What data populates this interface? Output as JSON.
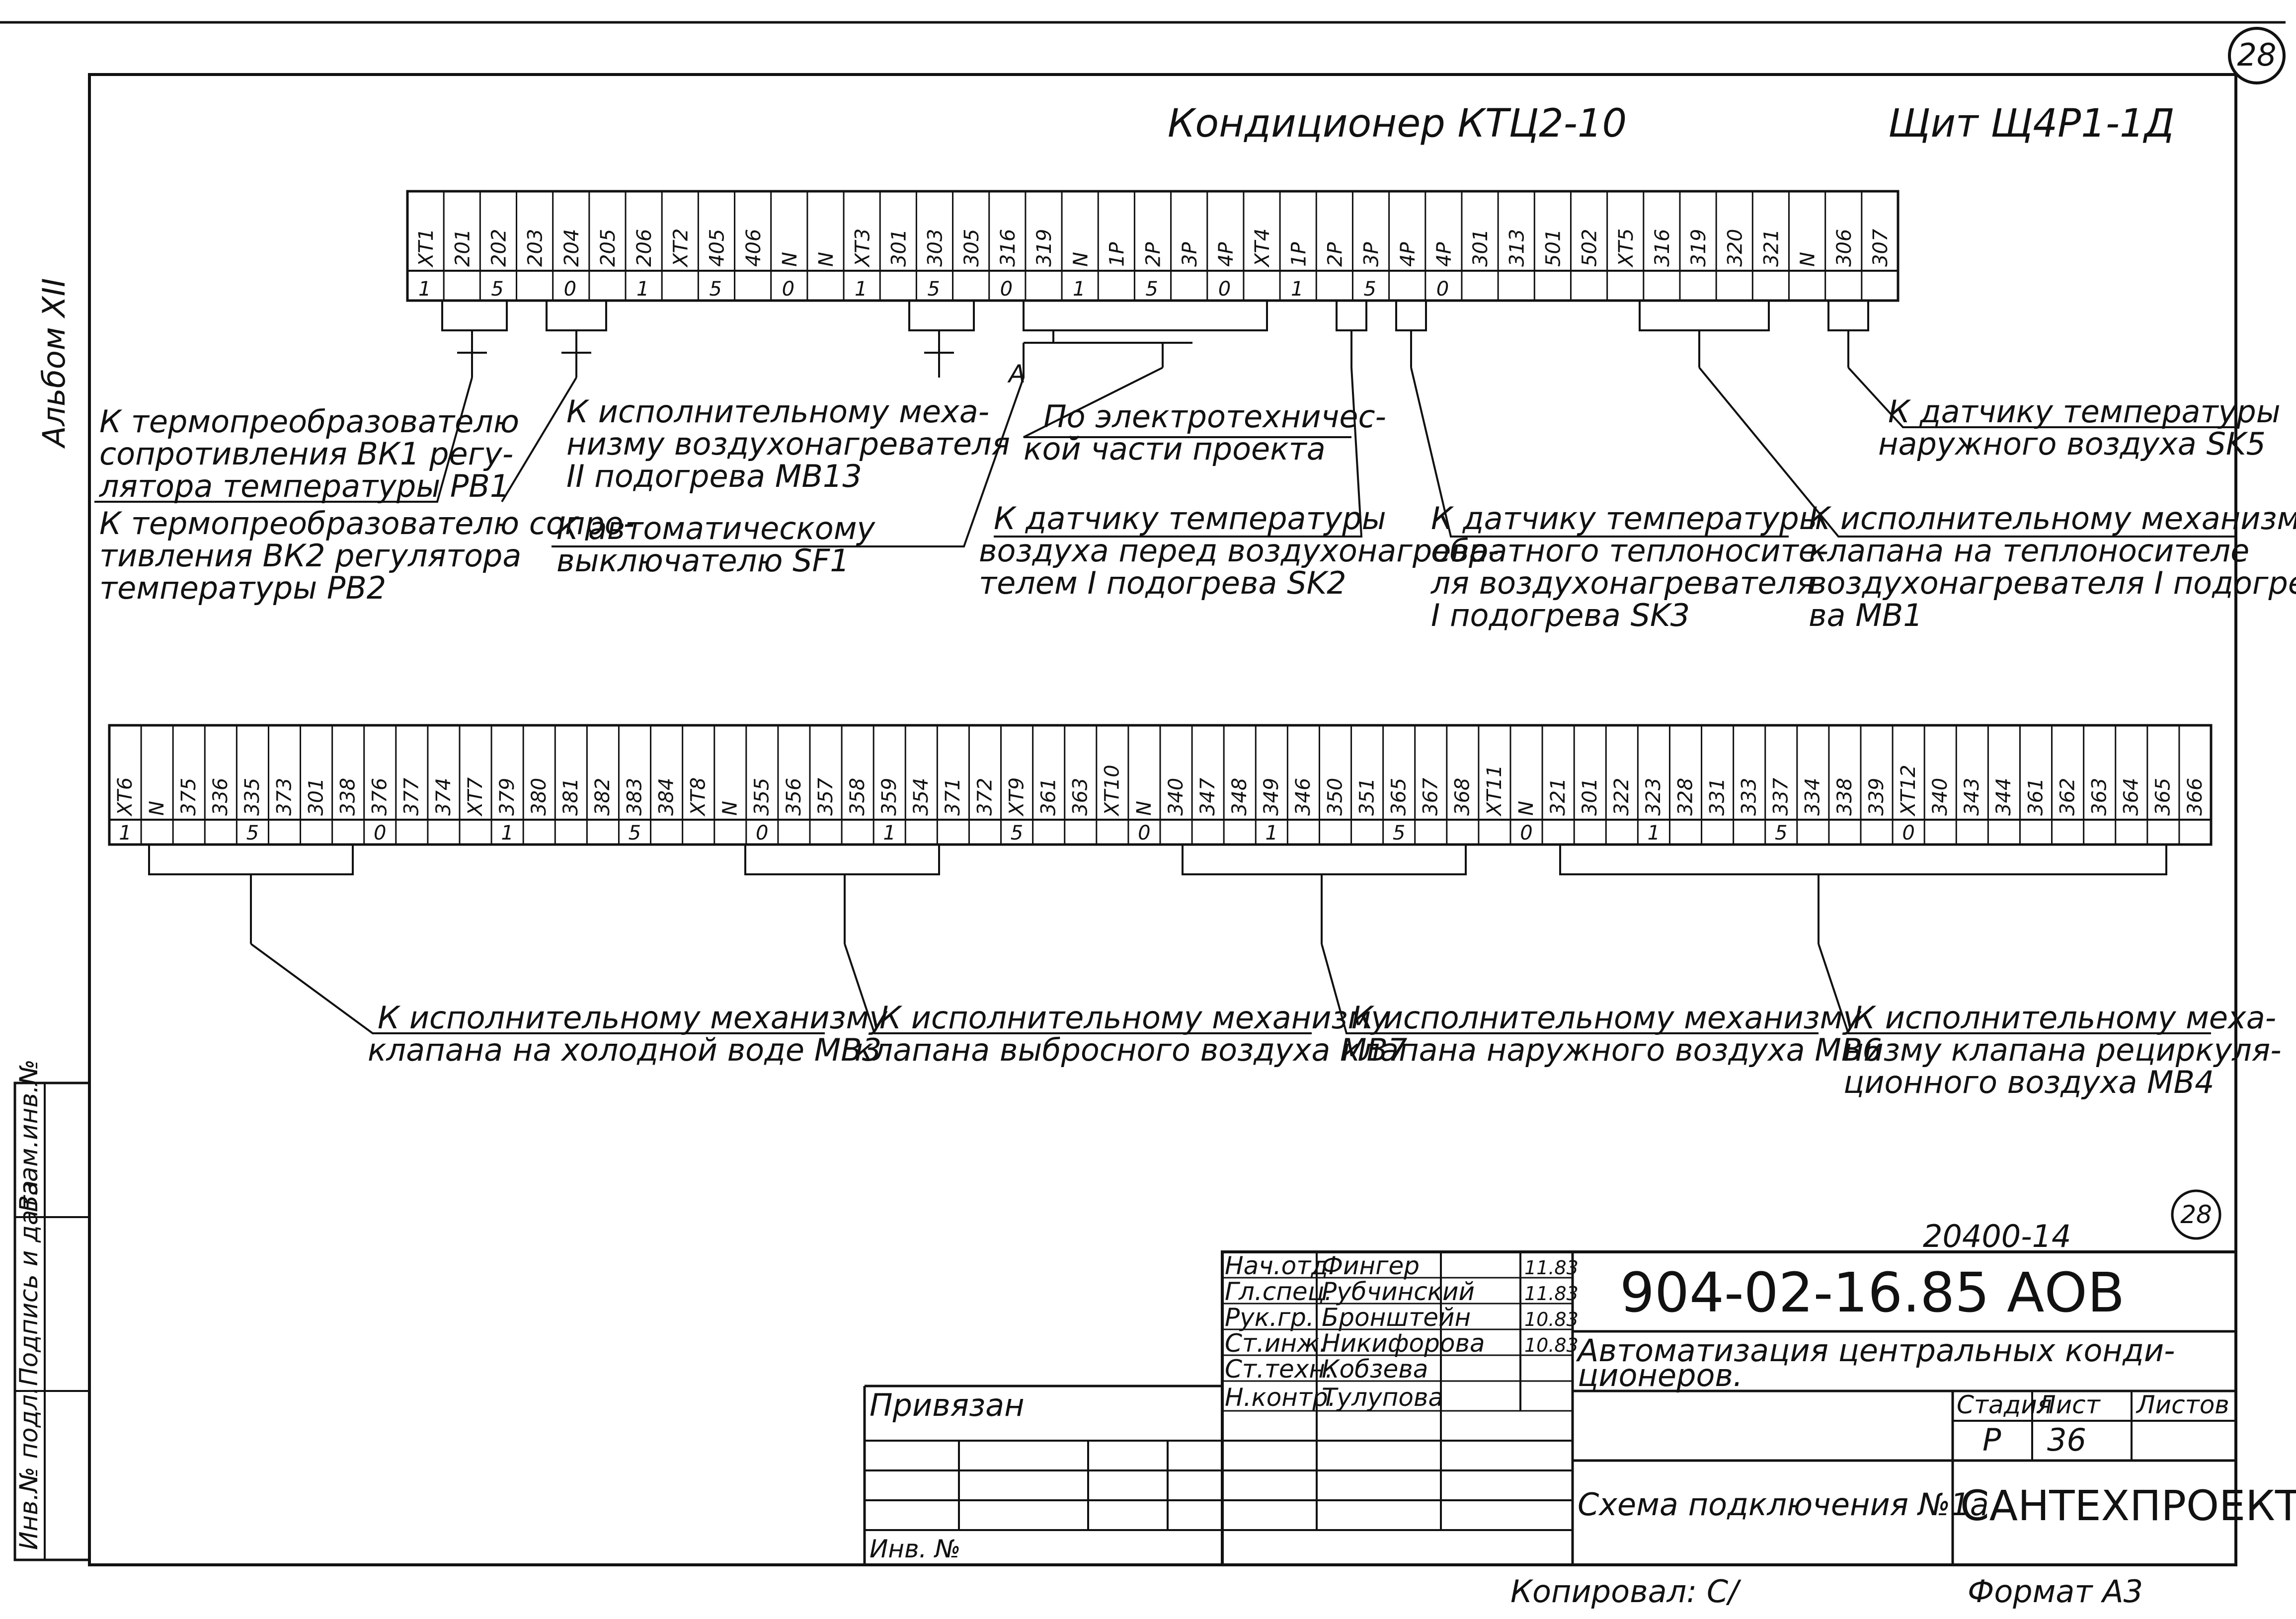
{
  "header": {
    "title_left": "Кондиционер   КТЦ2-10",
    "title_right": "Щит Щ4Р1-1Д",
    "sheet_circle": "28",
    "album": "Альбом XII"
  },
  "terminal_strip_top": {
    "groups": [
      {
        "name": "XT1",
        "pins": [
          "201",
          "202",
          "203"
        ]
      },
      {
        "name": "",
        "pins": [
          "204",
          "205",
          "206"
        ]
      },
      {
        "name": "XT2",
        "pins": [
          "405",
          "406",
          "N",
          "N"
        ]
      },
      {
        "name": "XT3",
        "pins": [
          "301",
          "303",
          "305",
          "316",
          "319",
          "N",
          "1P",
          "2P",
          "3P",
          "4P"
        ]
      },
      {
        "name": "XT4",
        "pins": [
          "1P",
          "2P",
          "3P",
          "4P",
          "4P",
          "301",
          "313",
          "501",
          "502"
        ]
      },
      {
        "name": "XT5",
        "pins": [
          "316",
          "319",
          "320",
          "321",
          "N",
          "306",
          "307"
        ]
      }
    ],
    "marks": [
      "1",
      "5",
      "0",
      "1",
      "5",
      "0",
      "1",
      "5",
      "0",
      "1",
      "5",
      "0",
      "1",
      "5",
      "0"
    ]
  },
  "terminal_strip_bottom": {
    "groups": [
      {
        "name": "XT6",
        "pins": [
          "N",
          "375",
          "336",
          "335",
          "373",
          "301",
          "338",
          "376",
          "377",
          "374"
        ]
      },
      {
        "name": "XT7",
        "pins": [
          "379",
          "380",
          "381",
          "382",
          "383",
          "384"
        ]
      },
      {
        "name": "XT8",
        "pins": [
          "N",
          "355",
          "356",
          "357",
          "358",
          "359",
          "354",
          "371",
          "372",
          "XT9",
          "361",
          "363"
        ]
      },
      {
        "name": "XT10",
        "pins": [
          "N",
          "340",
          "347",
          "348",
          "349",
          "346",
          "350",
          "351",
          "365",
          "367",
          "368"
        ]
      },
      {
        "name": "XT11",
        "pins": [
          "N",
          "321",
          "301",
          "322",
          "323",
          "328",
          "331",
          "333",
          "337",
          "334",
          "338",
          "339"
        ]
      },
      {
        "name": "XT12",
        "pins": [
          "340",
          "343",
          "344",
          "361",
          "362",
          "363",
          "364",
          "365",
          "366"
        ]
      }
    ],
    "marks": [
      "1",
      "5",
      "0",
      "1",
      "5",
      "0",
      "1",
      "5",
      "0",
      "1",
      "5",
      "0",
      "1",
      "5",
      "0"
    ]
  },
  "labels_top": [
    {
      "id": "a",
      "line1": "К термопреобразователю",
      "line2": "сопротивления ВК1 регу-",
      "line3": "лятора температуры РВ1"
    },
    {
      "id": "b",
      "line1": "К исполнительному меха-",
      "line2": "низму воздухонагревателя",
      "line3": "II подогрева МВ13"
    },
    {
      "id": "c",
      "line1": "По электротехничес-",
      "line2": "кой части проекта"
    },
    {
      "id": "d",
      "line1": "К датчику температуры",
      "line2": "наружного воздуха SK5"
    },
    {
      "id": "e",
      "line1": "К термопреобразователю сопро-",
      "line2": "тивления ВК2 регулятора",
      "line3": "температуры РВ2"
    },
    {
      "id": "f",
      "line1": "К автоматическому",
      "line2": "выключателю SF1"
    },
    {
      "id": "g",
      "line1": "К датчику температуры",
      "line2": "воздуха перед воздухонагрева-",
      "line3": "телем I подогрева SK2"
    },
    {
      "id": "h",
      "line1": "К датчику температуры",
      "line2": "обратного теплоносите-",
      "line3": "ля воздухонагревателя",
      "line4": "I подогрева SK3"
    },
    {
      "id": "i",
      "line1": "К исполнительному механизму",
      "line2": "клапана на теплоносителе",
      "line3": "воздухонагревателя I подогре-",
      "line4": "ва  МВ1"
    }
  ],
  "labels_bottom": [
    {
      "line1": "К исполнительному механизму",
      "line2": "клапана на холодной воде МВ3"
    },
    {
      "line1": "К исполнительному механизму",
      "line2": "клапана выбросного воздуха МВ7"
    },
    {
      "line1": "К исполнительному механизму",
      "line2": "клапана наружного воздуха МВ6"
    },
    {
      "line1": "К исполнительному меха-",
      "line2": "низму клапана рециркуля-",
      "line3": "ционного воздуха МВ4"
    }
  ],
  "marker_a": "А",
  "stamp": {
    "doc_number": "20400-14",
    "circle_number": "28",
    "code": "904-02-16.85   АОВ",
    "title": "Автоматизация центральных конди-",
    "title2": "ционеров.",
    "sheet_title": "Схема подключения №1а",
    "org": "САНТЕХПРОЕКТ",
    "stage_header": "Стадия",
    "sheet_header": "Лист",
    "sheets_header": "Листов",
    "stage": "Р",
    "sheet": "36",
    "privyazan": "Привязан",
    "inv": "Инв. №",
    "people": [
      {
        "role": "Нач.отд.",
        "name": "Фингер",
        "date": "11.83"
      },
      {
        "role": "Гл.спец.",
        "name": "Рубчинский",
        "date": "11.83"
      },
      {
        "role": "Рук.гр.",
        "name": "Бронштейн",
        "date": "10.83"
      },
      {
        "role": "Ст.инж.",
        "name": "Никифорова",
        "date": "10.83"
      },
      {
        "role": "Ст.техн.",
        "name": "Кобзева",
        "date": ""
      },
      {
        "role": "Н.контр.",
        "name": "Тулупова",
        "date": ""
      }
    ],
    "side_stamp": [
      "Инв.№ подл.",
      "Подпись и дата",
      "Взам.инв.№"
    ]
  },
  "footer": {
    "copied": "Копировал: С/",
    "format": "Формат А3"
  }
}
